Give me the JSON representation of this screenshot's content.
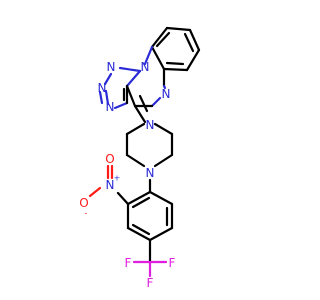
{
  "molecule": {
    "atoms": {
      "n_triazole_top": "N",
      "n_triazole_left1": "N",
      "n_triazole_left2": "N",
      "n_quinox": "N",
      "n_pip_top": "N",
      "n_pip_bottom": "N",
      "n_nitro": "N",
      "nitro_plus": "+",
      "o_nitro_top": "O",
      "o_nitro_left": "O",
      "nitro_minus": "-",
      "f_left": "F",
      "f_right": "F",
      "f_bottom": "F"
    },
    "colors": {
      "carbon_bond": "#000000",
      "nitrogen": "#2a2ad6",
      "oxygen": "#ff1a1a",
      "fluorine": "#e01ee0"
    }
  }
}
